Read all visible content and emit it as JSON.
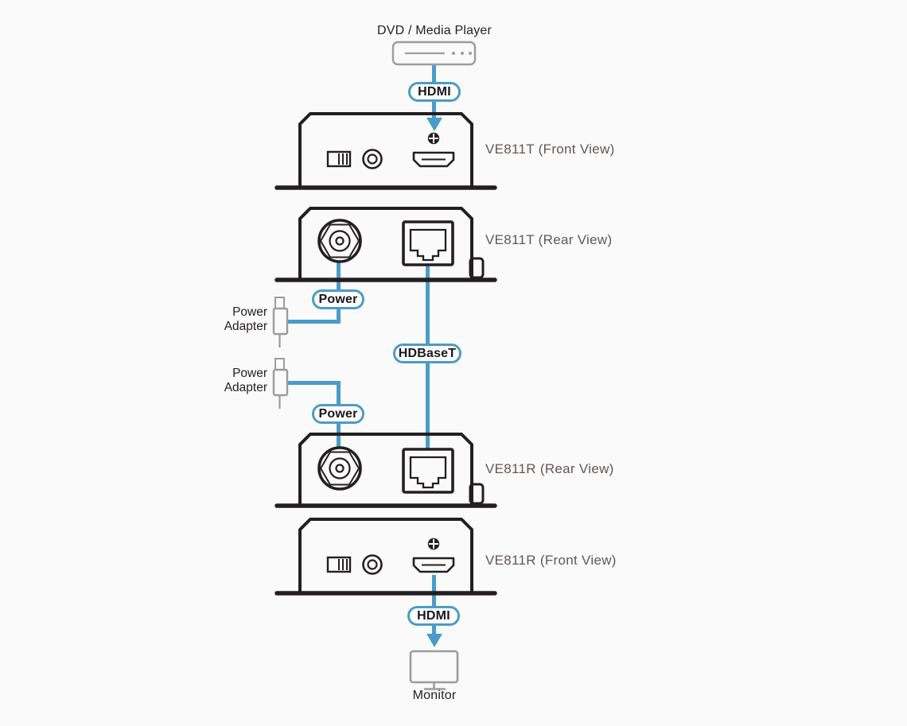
{
  "diagram": {
    "title_implicit": "VE811 HDMI HDBaseT Extender connection diagram",
    "source_device": {
      "label": "DVD / Media Player"
    },
    "sink_device": {
      "label": "Monitor"
    },
    "connections": {
      "hdmi_in": "HDMI",
      "hdmi_out": "HDMI",
      "hdbaset": "HDBaseT",
      "power_transmitter": "Power",
      "power_receiver": "Power"
    },
    "power_adapters": [
      {
        "line1": "Power",
        "line2": "Adapter"
      },
      {
        "line1": "Power",
        "line2": "Adapter"
      }
    ],
    "devices": [
      {
        "id": "ve811t-front",
        "label": "VE811T (Front View)"
      },
      {
        "id": "ve811t-rear",
        "label": "VE811T (Rear View)"
      },
      {
        "id": "ve811r-rear",
        "label": "VE811R (Rear View)"
      },
      {
        "id": "ve811r-front",
        "label": "VE811R (Front View)"
      }
    ],
    "colors": {
      "accent_blue": "#4a9cc7",
      "outline_dark": "#231f20",
      "outline_gray": "#9c9c9c",
      "device_label_gray": "#5e5855",
      "background": "#fafafa"
    }
  }
}
